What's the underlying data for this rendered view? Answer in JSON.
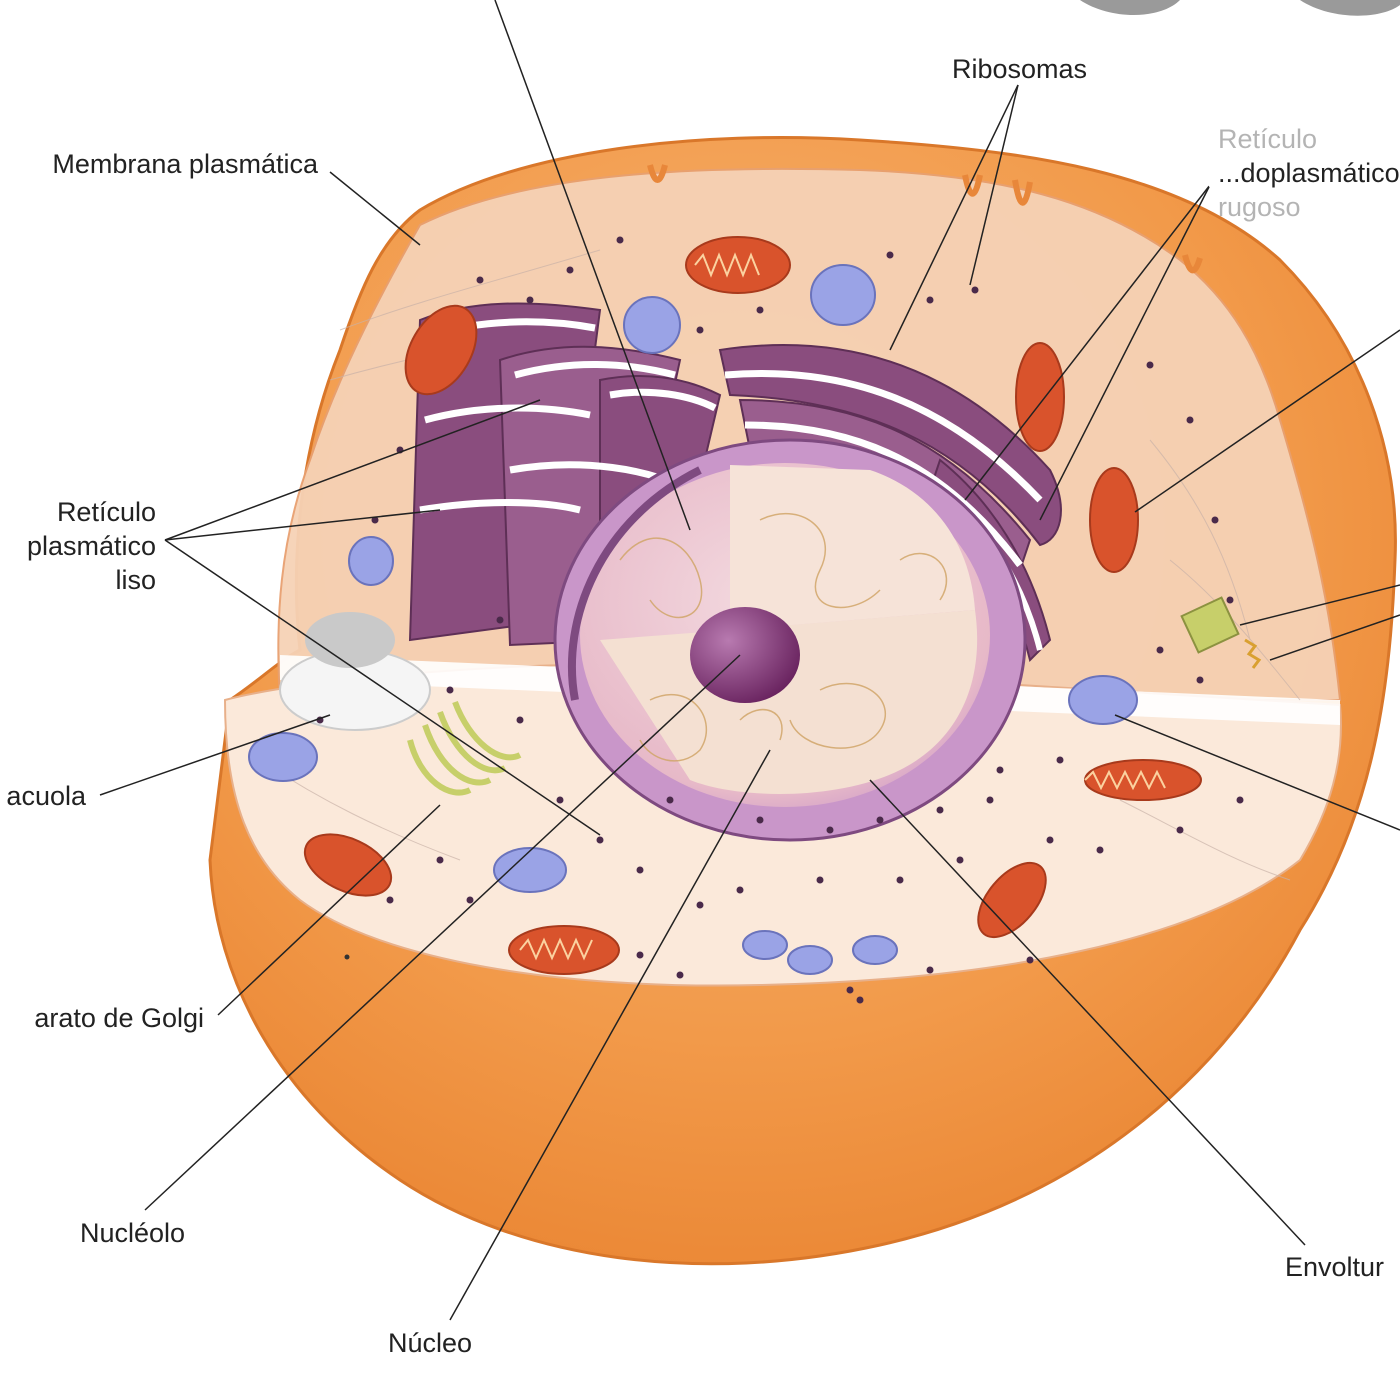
{
  "labels": {
    "membrana": "Membrana plasmática",
    "ribosomas": "Ribosomas",
    "reticulo_rugoso_1": "Retículo",
    "reticulo_rugoso_2": "...doplasmático",
    "reticulo_rugoso_3": "rugoso",
    "reticulo_liso_1": "Retículo",
    "reticulo_liso_2": "plasmático",
    "reticulo_liso_3": "liso",
    "vacuola": "acuola",
    "golgi": "arato de Golgi",
    "nucleolo": "Nucléolo",
    "nucleo": "Núcleo",
    "envoltura": "Envoltur"
  },
  "colors": {
    "cell_outer": "#f29a4a",
    "cell_inner": "#f7d4b2",
    "cytoplasm": "#f9e3cf",
    "nucleus": "#c996c9",
    "nucleolus": "#7c2f6e",
    "er": "#8a4d7e",
    "mito": "#d9532c",
    "golgi": "#c7cf6a",
    "vesicle": "#9aa3e6"
  }
}
